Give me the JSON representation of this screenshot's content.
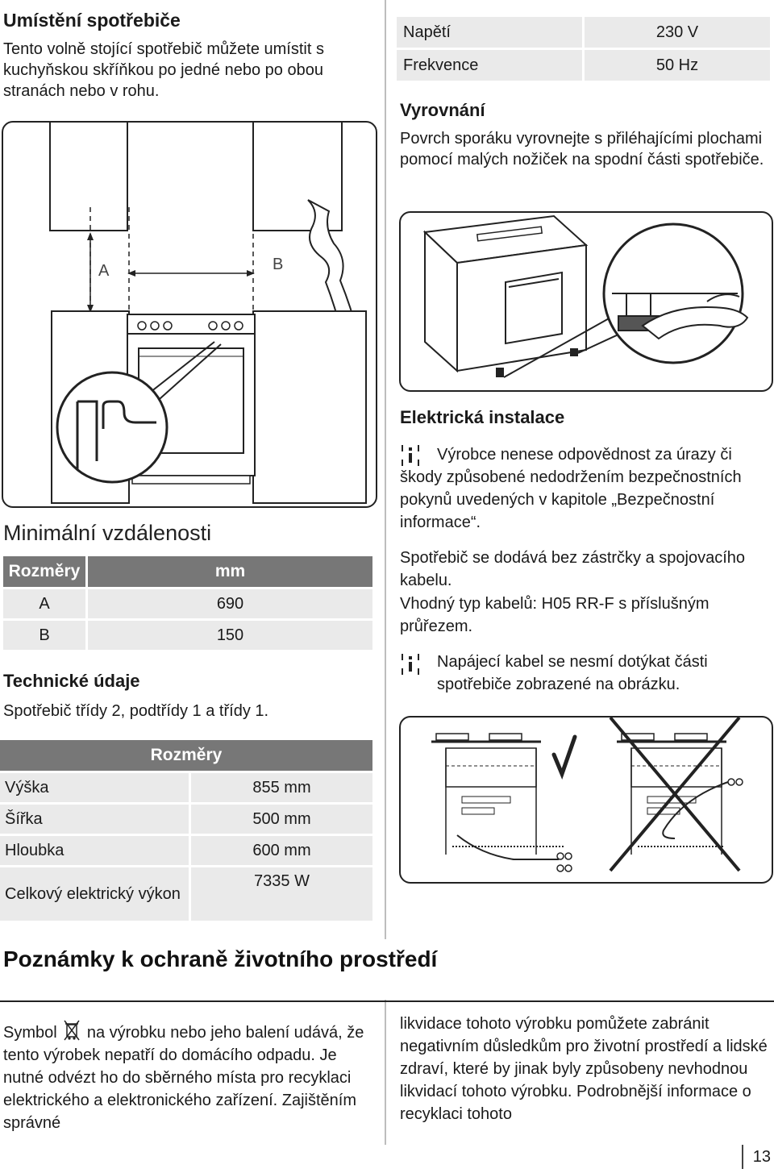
{
  "placement": {
    "title": "Umístění spotřebiče",
    "text": "Tento volně stojící spotřebič můžete umístit s kuchyňskou skříňkou po jedné nebo po obou stranách nebo v rohu."
  },
  "figure_labels": {
    "a": "A",
    "b": "B"
  },
  "min_distances": {
    "title": "Minimální vzdálenosti",
    "headers": [
      "Rozměry",
      "mm"
    ],
    "rows": [
      {
        "dim": "A",
        "mm": "690"
      },
      {
        "dim": "B",
        "mm": "150"
      }
    ]
  },
  "technical": {
    "title": "Technické údaje",
    "text": "Spotřebič třídy 2, podtřídy 1 a třídy 1."
  },
  "dimensions": {
    "header": "Rozměry",
    "rows": [
      {
        "label": "Výška",
        "value": "855 mm"
      },
      {
        "label": "Šířka",
        "value": "500 mm"
      },
      {
        "label": "Hloubka",
        "value": "600 mm"
      },
      {
        "label": "Celkový elektrický výkon",
        "value": "7335 W"
      }
    ]
  },
  "power": {
    "rows": [
      {
        "label": "Napětí",
        "value": "230 V"
      },
      {
        "label": "Frekvence",
        "value": "50 Hz"
      }
    ]
  },
  "leveling": {
    "title": "Vyrovnání",
    "text": "Povrch sporáku vyrovnejte s přiléhajícími plochami pomocí malých nožiček na spodní části spotřebiče."
  },
  "electrical": {
    "title": "Elektrická instalace",
    "note1": "Výrobce nenese odpovědnost za úrazy či škody způsobené nedodržením bezpečnostních pokynů uvedených v kapitole „Bezpečnostní informace“.",
    "para1": "Spotřebič se dodává bez zástrčky a spojovacího kabelu.",
    "para2": "Vhodný typ kabelů: H05 RR-F s příslušným průřezem.",
    "note2": "Napájecí kabel se nesmí dotýkat části spotřebiče zobrazené na obrázku."
  },
  "environment": {
    "title": "Poznámky k ochraně životního prostředí",
    "symbol_word": "Symbol",
    "left_rest": "na výrobku nebo jeho balení udává, že tento výrobek nepatří do domácího odpadu. Je nutné odvézt ho do sběrného místa pro recyklaci elektrického a elektronického zařízení. Zajištěním správné",
    "right": "likvidace tohoto výrobku pomůžete zabránit negativním důsledkům pro životní prostředí a lidské zdraví, které by jinak byly způsobeny nevhodnou likvidací tohoto výrobku. Podrobnější informace o recyklaci tohoto"
  },
  "page_number": "13"
}
